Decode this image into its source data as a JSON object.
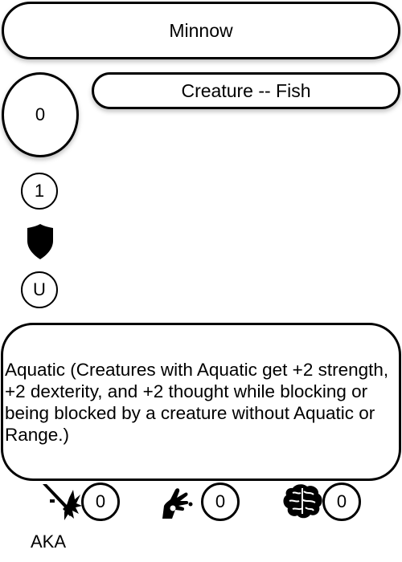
{
  "card": {
    "name": "Minnow",
    "type_line": "Creature -- Fish",
    "cost": "0",
    "level": "1",
    "defense_icon": "shield-icon",
    "rarity": "U",
    "rules_text": "Aquatic (Creatures with Aquatic get +2 strength, +2 dexterity, and +2 thought while blocking or being blocked by a creature without Aquatic or Range.)",
    "stats": {
      "strength": {
        "icon": "sword-impact-icon",
        "value": "0"
      },
      "dexterity": {
        "icon": "hand-gesture-icon",
        "value": "0"
      },
      "thought": {
        "icon": "brain-icon",
        "value": "0"
      }
    },
    "aka_label": "AKA"
  }
}
